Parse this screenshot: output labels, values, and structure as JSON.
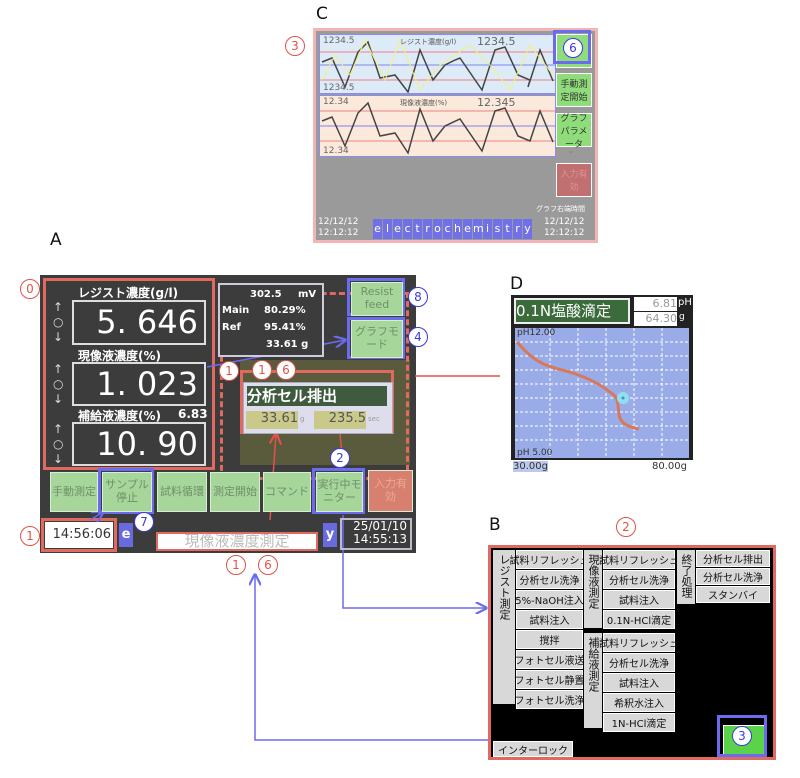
{
  "labels": {
    "a": "A",
    "b": "B",
    "c": "C",
    "d": "D"
  },
  "markers": {
    "zero": "0",
    "one": "1",
    "two": "2",
    "three": "3",
    "four": "4",
    "six": "6",
    "seven": "7",
    "eight": "8"
  },
  "panel_c": {
    "chart1_title": "レジスト濃度(g/l)",
    "chart1_max": "1234.5",
    "chart1_min": "1234.5",
    "chart1_value": "1234.5",
    "chart2_title": "現像液濃度(%)",
    "chart2_max": "12.34",
    "chart2_min": "12.34",
    "chart2_value": "12.345",
    "buttons": [
      "手動測定開始",
      "グラフパラメータ",
      "入力有効"
    ],
    "dash": "-",
    "right_time_label": "グラフ右端時間",
    "left_date": "12/12/12",
    "left_time": "12:12:12",
    "right_date": "12/12/12",
    "right_time": "12:12:12",
    "ticker": [
      "e",
      "l",
      "e",
      "c",
      "t",
      "r",
      "o",
      "c",
      "h",
      "e",
      "m",
      "i",
      "s",
      "t",
      "r",
      "y"
    ]
  },
  "panel_a": {
    "resist_label": "レジスト濃度(g/l)",
    "resist_value": "5. 646",
    "dev_label": "現像液濃度(%)",
    "dev_value": "1. 023",
    "rep_label": "補給液濃度(%)",
    "rep_extra": "6.83",
    "rep_value": "10. 90",
    "info": {
      "mv": "302.5",
      "mv_unit": "mV",
      "main_label": "Main",
      "main": "80.29%",
      "ref_label": "Ref",
      "ref": "95.41%",
      "g": "33.61 g"
    },
    "resist_feed": "Resist feed",
    "graph_mode": "グラフモード",
    "popup_title": "分析セル排出",
    "popup_g": "33.61",
    "popup_g_unit": "g",
    "popup_sec": "235.5",
    "popup_sec_unit": "sec",
    "bottom_buttons": [
      "手動測定",
      "サンプル停止",
      "試料循環",
      "測定開始",
      "コマンド",
      "実行中モニター",
      "入力有効"
    ],
    "time": "14:56:06",
    "e": "e",
    "message": "現像液濃度測定",
    "y": "y",
    "date": "25/01/10",
    "date_time": "14:55:13"
  },
  "panel_d": {
    "title": "0.1N塩酸滴定",
    "ph": "6.81",
    "ph_unit": "pH",
    "g": "64.30",
    "g_unit": "g",
    "ph_max": "pH12.00",
    "ph_min": "pH 5.00",
    "x_min": "30.00g",
    "x_max": "80.00g"
  },
  "panel_b": {
    "resist_group": "レジスト測定",
    "resist_items": [
      "試料リフレッシュ",
      "分析セル洗浄",
      "5%-NaOH注入",
      "試料注入",
      "撹拌",
      "フォトセル液送",
      "フォトセル静置",
      "フォトセル洗浄"
    ],
    "dev_group": "現像液測定",
    "dev_items": [
      "試料リフレッシュ",
      "分析セル洗浄",
      "試料注入",
      "0.1N-HCl滴定"
    ],
    "rep_group": "補給液測定",
    "rep_items": [
      "試料リフレッシュ",
      "分析セル洗浄",
      "試料注入",
      "希釈水注入",
      "1N-HCl滴定"
    ],
    "end_group": "終了処理",
    "end_items": [
      "分析セル排出",
      "分析セル洗浄",
      "スタンバイ"
    ],
    "interlock": "インターロック"
  }
}
